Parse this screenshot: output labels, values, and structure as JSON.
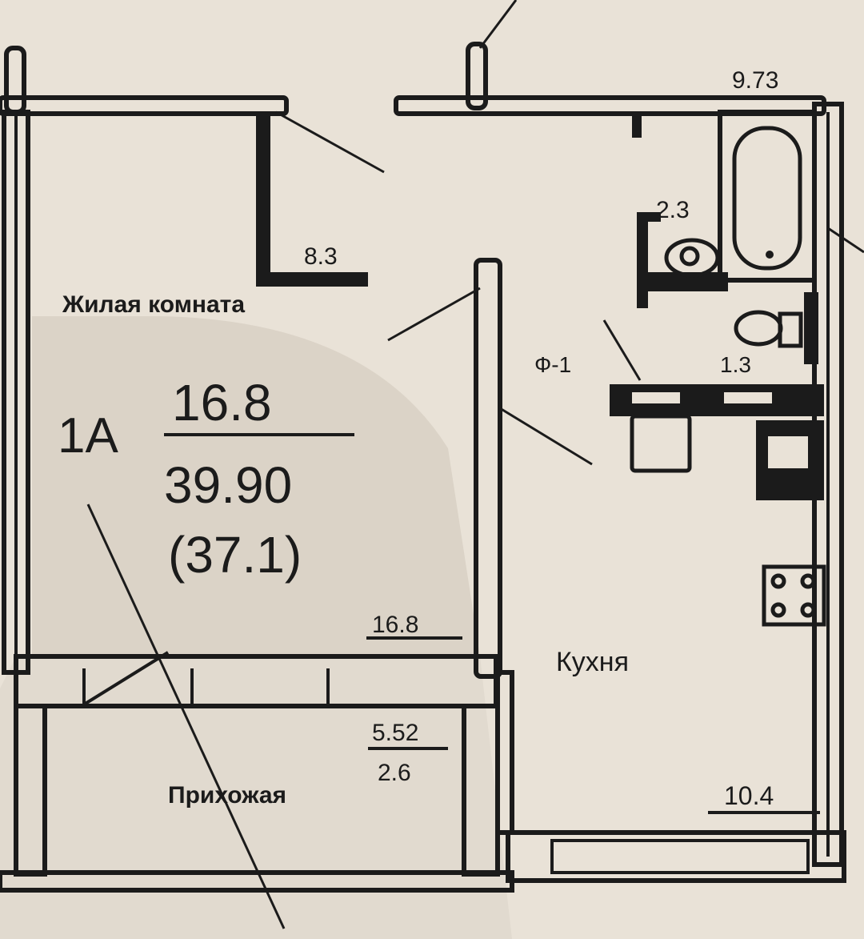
{
  "floor_plan": {
    "apartment_code": "1A",
    "living_area": "16.8",
    "total_area": "39.90",
    "reduced_area": "(37.1)",
    "rooms": {
      "living_room": {
        "name": "Жилая комната",
        "area": "16.8"
      },
      "kitchen": {
        "name": "Кухня",
        "area": "10.4"
      },
      "hallway": {
        "name": "Прихожая",
        "area": "5.52",
        "area_secondary": "2.6"
      },
      "bathroom": {
        "area": "2.3"
      },
      "toilet": {
        "area": "1.3"
      },
      "closet": {
        "area": "8.3"
      }
    },
    "labels": {
      "column_mark": "Ф-1",
      "top_dimension": "9.73"
    },
    "colors": {
      "paper": "#e9e2d7",
      "ink": "#1b1b1b",
      "shadow": "#c9c0b4"
    }
  }
}
